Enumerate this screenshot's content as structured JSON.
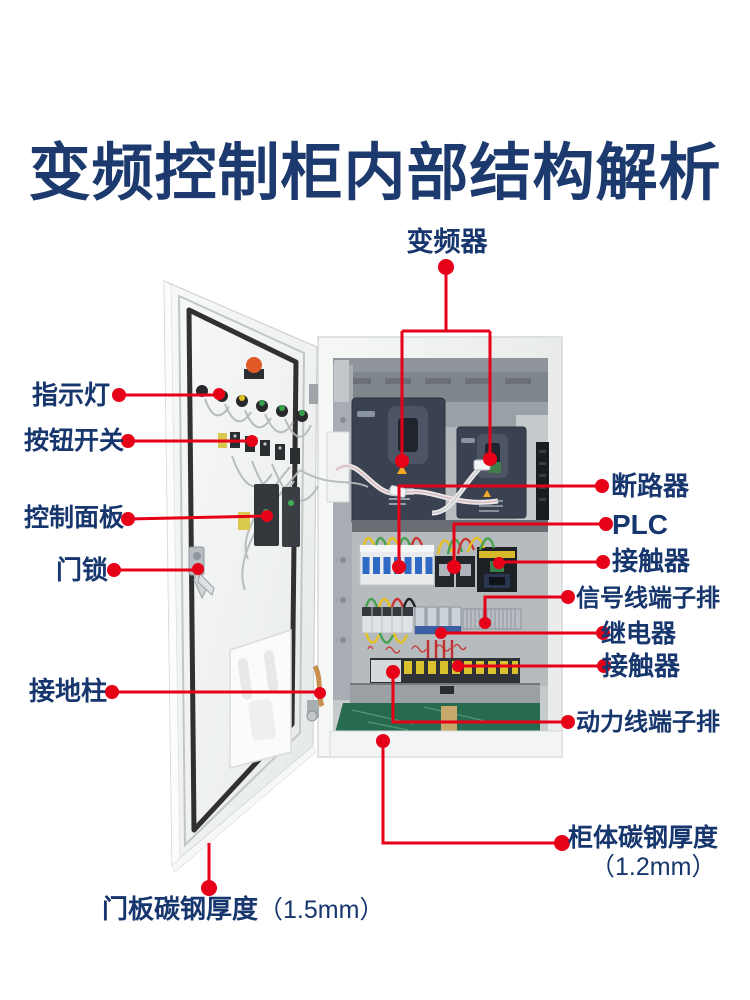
{
  "title": "变频控制柜内部结构解析",
  "colors": {
    "accent_red": "#e60018",
    "label_blue": "#16366d",
    "title_blue": "#1c3a6e"
  },
  "callouts": {
    "top": {
      "inverter": {
        "label": "变频器"
      }
    },
    "left": [
      {
        "id": "indicator-light",
        "label": "指示灯"
      },
      {
        "id": "button-switch",
        "label": "按钮开关"
      },
      {
        "id": "control-panel",
        "label": "控制面板"
      },
      {
        "id": "door-lock",
        "label": "门锁"
      },
      {
        "id": "grounding-post",
        "label": "接地柱"
      },
      {
        "id": "door-steel-thickness",
        "label": "门板碳钢厚度",
        "value": "（1.5mm）"
      }
    ],
    "right": [
      {
        "id": "circuit-breaker",
        "label": "断路器"
      },
      {
        "id": "plc",
        "label": "PLC"
      },
      {
        "id": "contactor-upper",
        "label": "接触器"
      },
      {
        "id": "signal-terminal-strip",
        "label": "信号线端子排"
      },
      {
        "id": "relay",
        "label": "继电器"
      },
      {
        "id": "contactor-lower",
        "label": "接触器"
      },
      {
        "id": "power-terminal-strip",
        "label": "动力线端子排"
      },
      {
        "id": "cabinet-steel-thickness",
        "label": "柜体碳钢厚度",
        "value": "（1.2mm）"
      }
    ]
  }
}
